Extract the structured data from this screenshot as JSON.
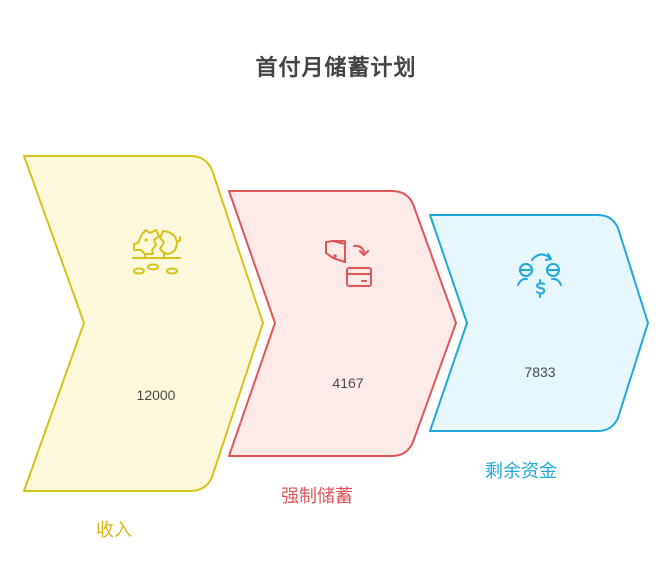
{
  "title": "首付月储蓄计划",
  "colors": {
    "income": {
      "stroke": "#d9c21a",
      "fill": "#fef9dc",
      "text": "#d4b81a"
    },
    "savings": {
      "stroke": "#e05656",
      "fill": "#ffeaea",
      "text": "#e05656"
    },
    "remaining": {
      "stroke": "#1fa8d8",
      "fill": "#e6f7fd",
      "text": "#1fa8d8"
    }
  },
  "steps": [
    {
      "label": "收入",
      "value": "12000",
      "icon": "broken-piggy-bank-icon"
    },
    {
      "label": "强制储蓄",
      "value": "4167",
      "icon": "wallet-to-card-transfer-icon"
    },
    {
      "label": "剩余资金",
      "value": "7833",
      "icon": "people-money-exchange-icon"
    }
  ],
  "chart_data": {
    "type": "table",
    "title": "首付月储蓄计划",
    "categories": [
      "收入",
      "强制储蓄",
      "剩余资金"
    ],
    "values": [
      12000,
      4167,
      7833
    ]
  }
}
